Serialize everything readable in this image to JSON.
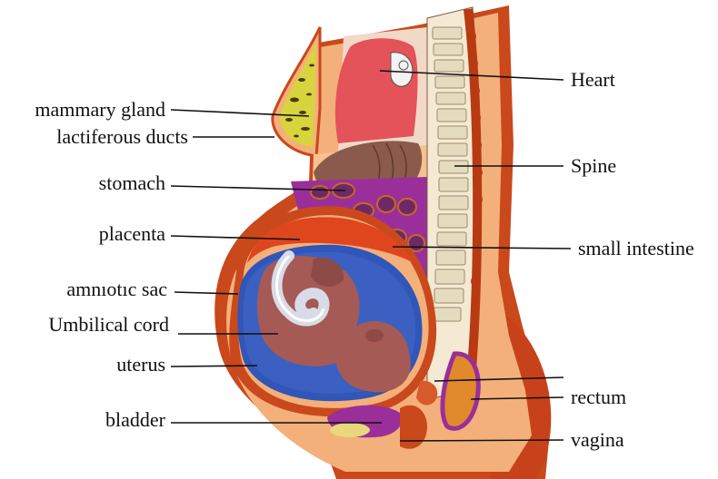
{
  "labels": {
    "left": {
      "mammary_gland": "mammary gland",
      "lactiferous_ducts": "lactiferous ducts",
      "stomach": "stomach",
      "placenta": "placenta",
      "amniotic_sac": "amnıotıc sac",
      "umbilical_cord": "Umbilical cord",
      "uterus": "uterus",
      "bladder": "bladder"
    },
    "right": {
      "heart": "Heart",
      "spine": "Spine",
      "small_intestine": "small intestine",
      "rectum": "rectum",
      "vagina": "vagina"
    }
  },
  "colors": {
    "skin": "#f4b07a",
    "body_wall": "#c9481c",
    "uterus_wall": "#b83a12",
    "placenta": "#e0461e",
    "amniotic_fluid": "#2f56b8",
    "fetus": "#a65a55",
    "umbilical_cord": "#d8dbe8",
    "heart": "#e4525a",
    "spine_bone": "#e5dcc0",
    "intestine": "#6e2868",
    "stomach": "#8a5a4c",
    "gland": "#d7d43e",
    "bladder": "#9a2f9a",
    "pointer_lines": "#111111"
  }
}
